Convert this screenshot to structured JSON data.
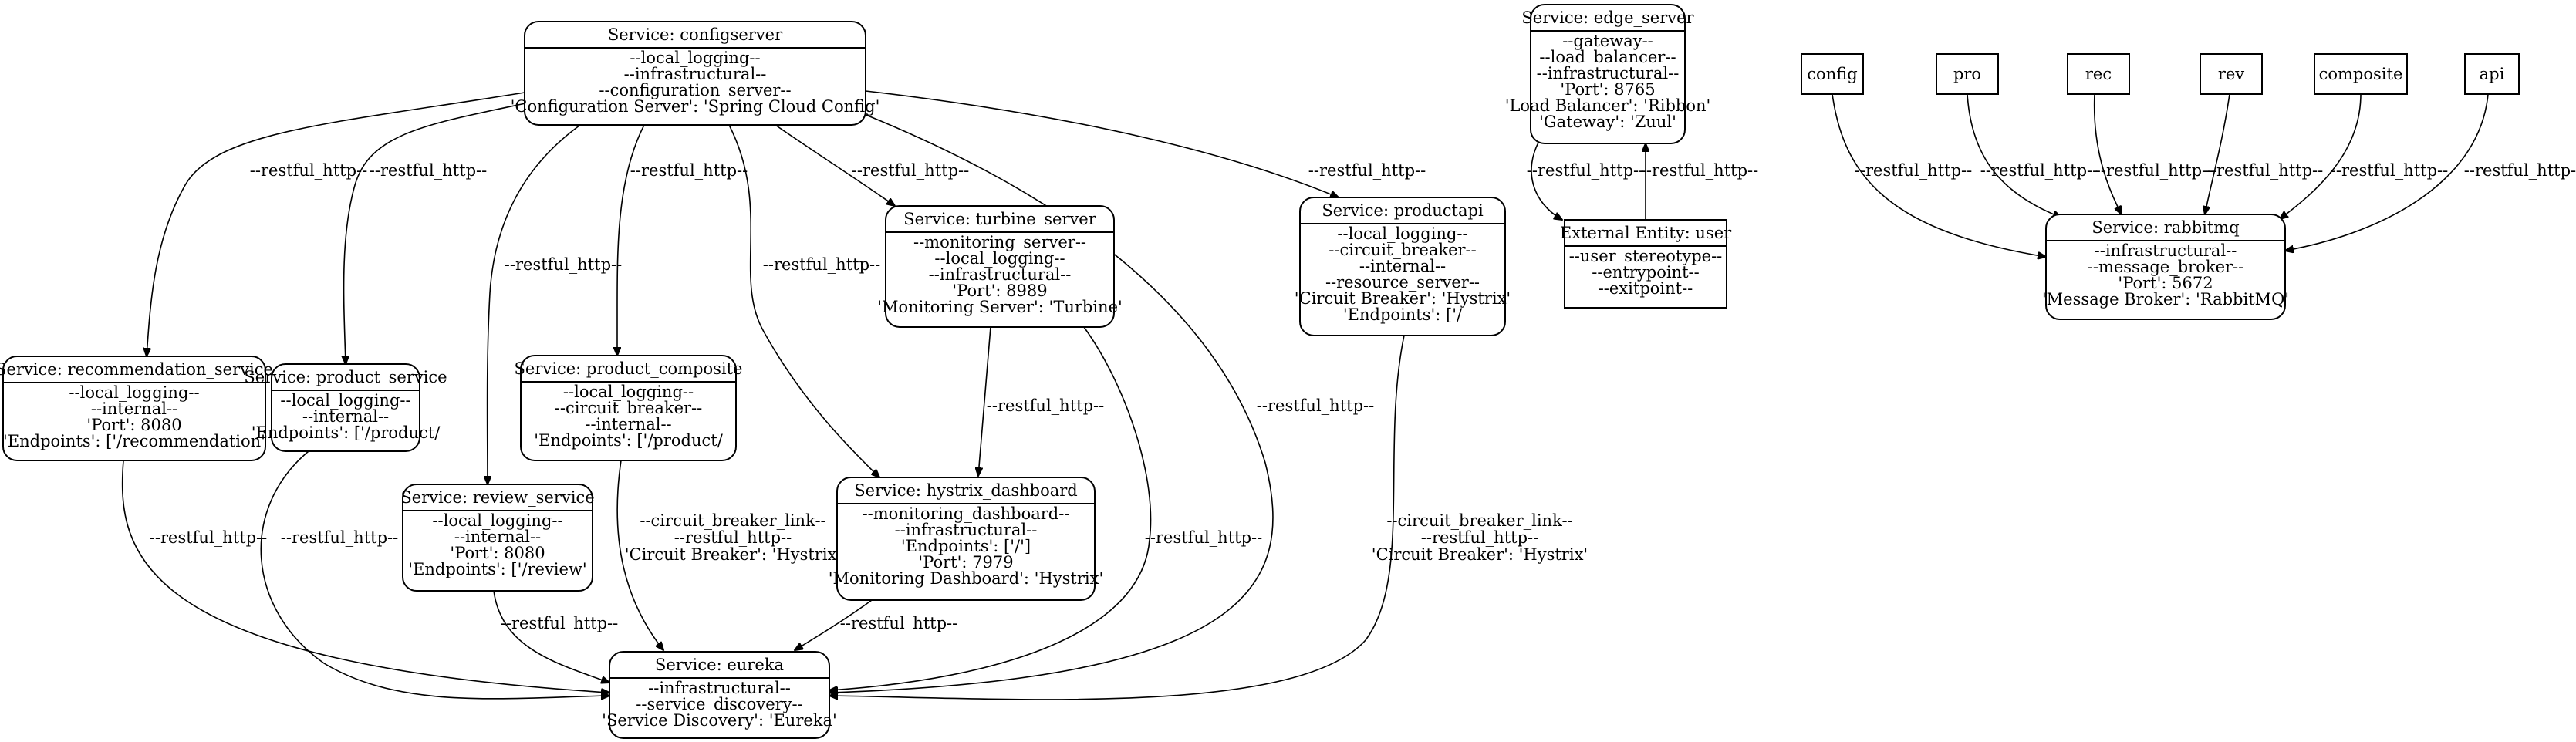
{
  "nodes": {
    "configserver": {
      "title": "Service: configserver",
      "lines": [
        "--local_logging--",
        "--infrastructural--",
        "--configuration_server--",
        "'Configuration Server': 'Spring Cloud Config'"
      ]
    },
    "edge_server": {
      "title": "Service: edge_server",
      "lines": [
        "--gateway--",
        "--load_balancer--",
        "--infrastructural--",
        "'Port': 8765",
        "'Load Balancer': 'Ribbon'",
        "'Gateway': 'Zuul'"
      ]
    },
    "user": {
      "title": "External Entity: user",
      "lines": [
        "--user_stereotype--",
        "--entrypoint--",
        "--exitpoint--"
      ]
    },
    "config": {
      "title": "config",
      "lines": []
    },
    "pro": {
      "title": "pro",
      "lines": []
    },
    "rec": {
      "title": "rec",
      "lines": []
    },
    "rev": {
      "title": "rev",
      "lines": []
    },
    "composite": {
      "title": "composite",
      "lines": []
    },
    "api": {
      "title": "api",
      "lines": []
    },
    "rabbitmq": {
      "title": "Service: rabbitmq",
      "lines": [
        "--infrastructural--",
        "--message_broker--",
        "'Port': 5672",
        "'Message Broker': 'RabbitMQ'"
      ]
    },
    "turbine_server": {
      "title": "Service: turbine_server",
      "lines": [
        "--monitoring_server--",
        "--local_logging--",
        "--infrastructural--",
        "'Port': 8989",
        "'Monitoring Server': 'Turbine'"
      ]
    },
    "productapi": {
      "title": "Service: productapi",
      "lines": [
        "--local_logging--",
        "--circuit_breaker--",
        "--internal--",
        "--resource_server--",
        "'Circuit Breaker': 'Hystrix'",
        "'Endpoints': ['/"
      ]
    },
    "recommendation_service": {
      "title": "Service: recommendation_service",
      "lines": [
        "--local_logging--",
        "--internal--",
        "'Port': 8080",
        "'Endpoints': ['/recommendation'"
      ]
    },
    "product_service": {
      "title": "Service: product_service",
      "lines": [
        "--local_logging--",
        "--internal--",
        "'Endpoints': ['/product/"
      ]
    },
    "product_composite": {
      "title": "Service: product_composite",
      "lines": [
        "--local_logging--",
        "--circuit_breaker--",
        "--internal--",
        "'Endpoints': ['/product/"
      ]
    },
    "review_service": {
      "title": "Service: review_service",
      "lines": [
        "--local_logging--",
        "--internal--",
        "'Port': 8080",
        "'Endpoints': ['/review'"
      ]
    },
    "hystrix_dashboard": {
      "title": "Service: hystrix_dashboard",
      "lines": [
        "--monitoring_dashboard--",
        "--infrastructural--",
        "'Endpoints': ['/']",
        "'Port': 7979",
        "'Monitoring Dashboard': 'Hystrix'"
      ]
    },
    "eureka": {
      "title": "Service: eureka",
      "lines": [
        "--infrastructural--",
        "--service_discovery--",
        "'Service Discovery': 'Eureka'"
      ]
    }
  },
  "edge_labels": {
    "restful_http": "--restful_http--",
    "circuit_breaker_link": "--circuit_breaker_link--",
    "circuit_breaker_hystrix": "'Circuit Breaker': 'Hystrix'"
  }
}
